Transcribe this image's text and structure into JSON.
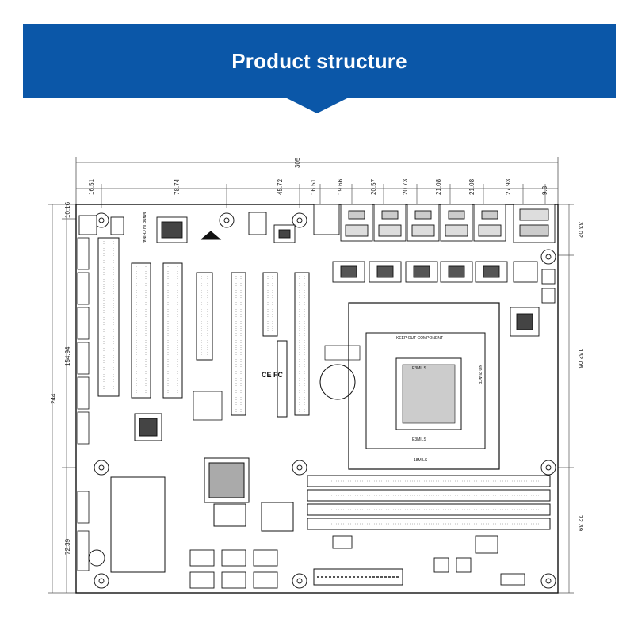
{
  "banner": {
    "title": "Product structure",
    "color": "#0b57a8"
  },
  "dimensions": {
    "overall_width": "305",
    "top_segments": [
      "16.51",
      "78.74",
      "45.72",
      "16.51",
      "19.66",
      "20.57",
      "20.73",
      "21.08",
      "21.08",
      "27.93",
      "9.8"
    ],
    "left_small": "10.16",
    "left_middle": "154.94",
    "left_total": "244",
    "left_bottom": "72.39",
    "right_top": "33.02",
    "right_middle": "132.08",
    "right_bottom": "72.39",
    "dimm_spacing": "18MILS"
  },
  "board_markings": {
    "made_in_china": "MADE IN CHINA",
    "ce_fc": "CE FC",
    "e3mils_top": "E3MILS",
    "e3mils_bottom": "E3MILS",
    "no_place": "NO PLACE",
    "keepout": "KEEP OUT COMPONENT",
    "mils": "18MILS"
  },
  "icons": [
    "mounting-hole-icon",
    "warning-triangle-icon"
  ]
}
